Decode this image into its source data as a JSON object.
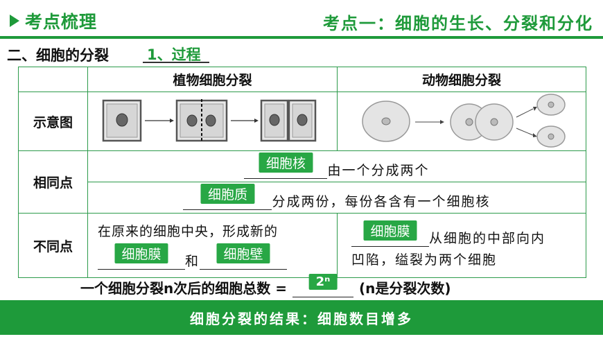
{
  "header": {
    "left_title": "考点梳理",
    "right_title": "考点一：细胞的生长、分裂和分化"
  },
  "section": {
    "title": "二、细胞的分裂",
    "process": "1、过程"
  },
  "table": {
    "col_plant": "植物细胞分裂",
    "col_animal": "动物细胞分裂",
    "row_diagram": "示意图",
    "row_same": "相同点",
    "row_diff": "不同点",
    "same1": {
      "answer": "细胞核",
      "text": "由一个分成两个"
    },
    "same2": {
      "answer": "细胞质",
      "text": "分成两份，每份各含有一个细胞核"
    },
    "plant_diff": {
      "text1": "在原来的细胞中央，形成新的",
      "answer1": "细胞膜",
      "connector": "和",
      "answer2": "细胞壁"
    },
    "animal_diff": {
      "answer": "细胞膜",
      "text1": "从细胞的中部向内",
      "text2": "凹陷，缢裂为两个细胞"
    }
  },
  "summary": {
    "text": "一个细胞分裂n次后的细胞总数 =",
    "answer": "2ⁿ",
    "note": "(n是分裂次数)"
  },
  "footer": {
    "text": "细胞分裂的结果：细胞数目增多"
  },
  "colors": {
    "green": "#1e9a3a",
    "answer_bg": "#28a745"
  },
  "icons": {
    "bullet": "triangle-right-icon"
  }
}
